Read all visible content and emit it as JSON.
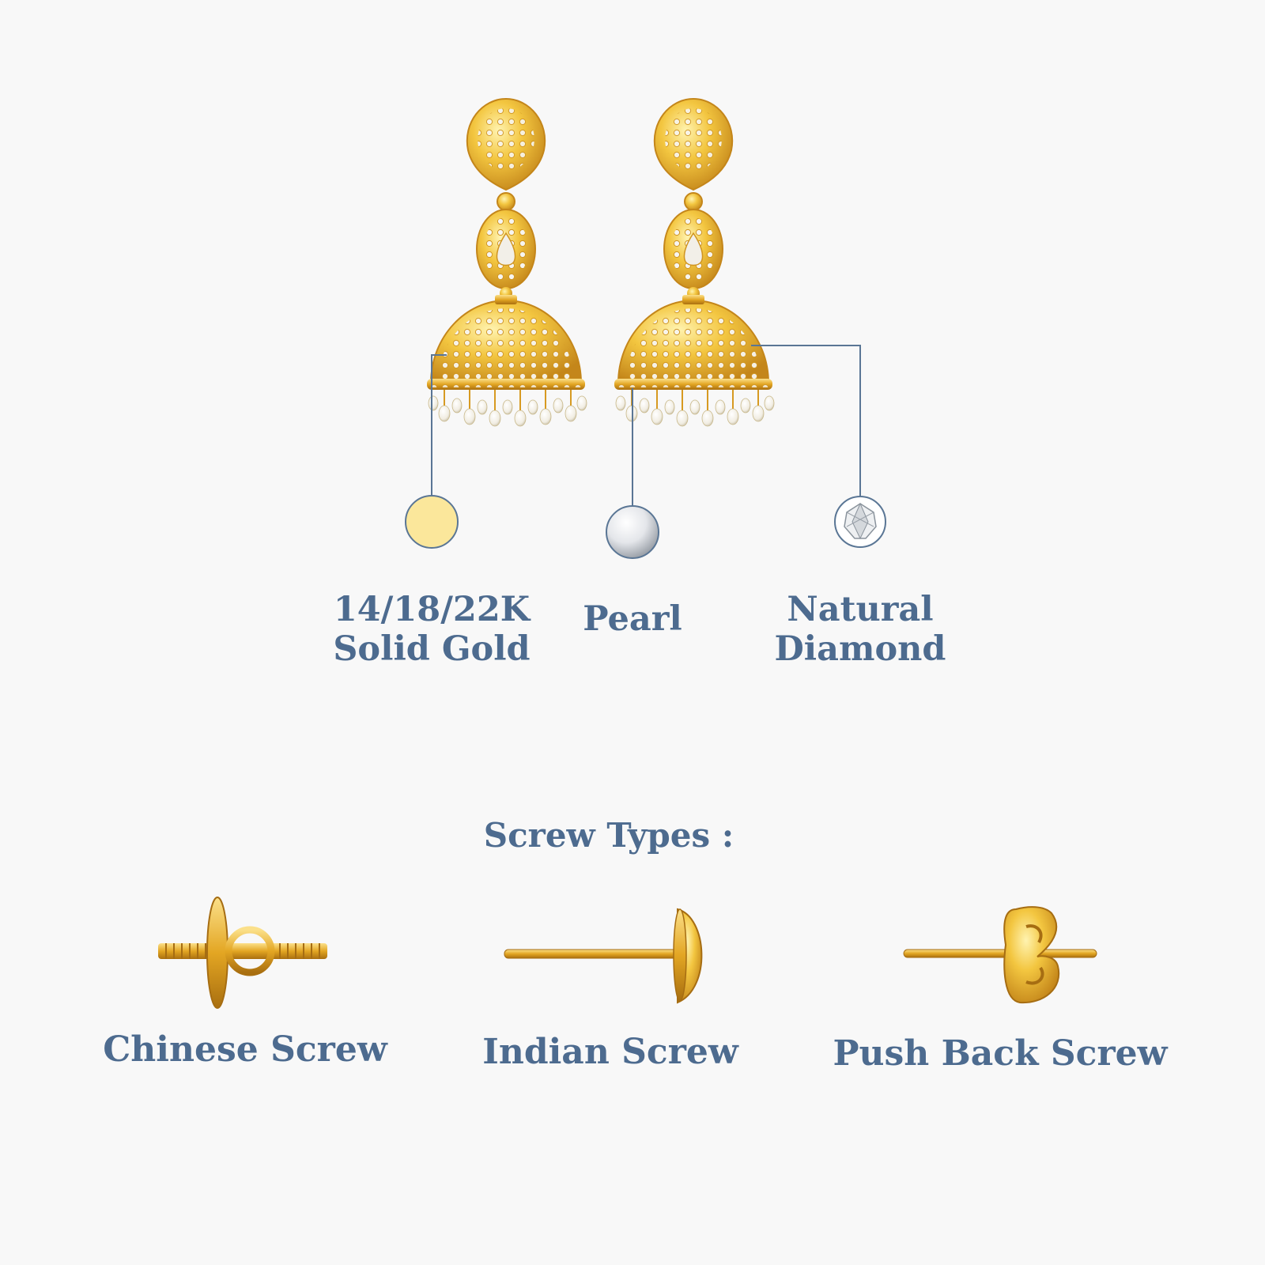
{
  "materials": [
    {
      "line1": "14/18/22K",
      "line2": "Solid Gold",
      "icon": "gold-swatch-icon",
      "color": "#fbe79b"
    },
    {
      "line1": "Pearl",
      "line2": "",
      "icon": "pearl-icon",
      "color": "#dfe3e8"
    },
    {
      "line1": "Natural",
      "line2": "Diamond",
      "icon": "diamond-icon",
      "color": "#ffffff"
    }
  ],
  "screw_section": {
    "title": "Screw Types :",
    "items": [
      {
        "label": "Chinese Screw",
        "icon": "chinese-screw-icon"
      },
      {
        "label": "Indian Screw",
        "icon": "indian-screw-icon"
      },
      {
        "label": "Push Back Screw",
        "icon": "push-back-screw-icon"
      }
    ]
  },
  "colors": {
    "text": "#4d6b8f",
    "leader_line": "#5a7695",
    "gold": "#e3a623",
    "background": "#f8f8f8"
  }
}
